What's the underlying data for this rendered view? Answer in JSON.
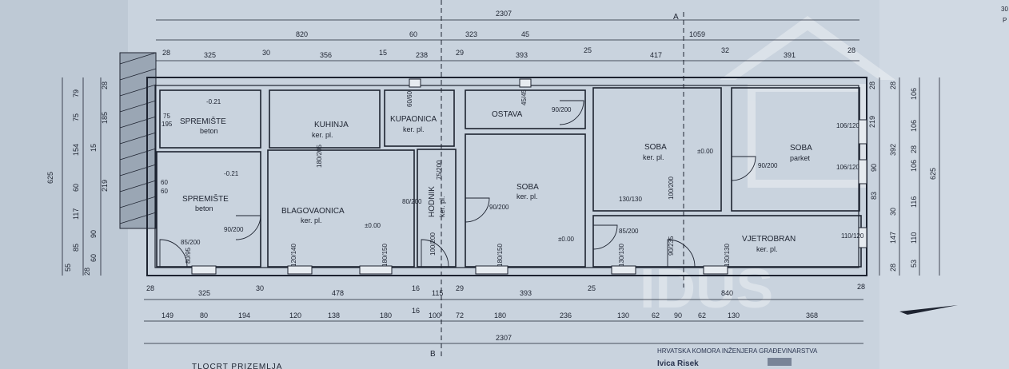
{
  "plan": {
    "title": "TLOCRT PRIZEMLJA",
    "section_top": "A",
    "section_bottom": "B",
    "rooms": [
      {
        "name": "SPREMIŠTE",
        "floor": "beton",
        "level": "-0.21",
        "dims": [
          "75",
          "195"
        ]
      },
      {
        "name": "SPREMIŠTE",
        "floor": "beton",
        "level": "-0.21",
        "dims": [
          "60",
          "60"
        ]
      },
      {
        "name": "KUHINJA",
        "floor": "ker. pl."
      },
      {
        "name": "BLAGOVAONICA",
        "floor": "ker. pl.",
        "level": "±0.00"
      },
      {
        "name": "KUPAONICA",
        "floor": "ker. pl."
      },
      {
        "name": "HODNIK",
        "floor": "ker. pl."
      },
      {
        "name": "OSTAVA"
      },
      {
        "name": "SOBA",
        "floor": "ker. pl.",
        "level": "±0.00"
      },
      {
        "name": "SOBA",
        "floor": "ker. pl.",
        "level": "±0.00"
      },
      {
        "name": "SOBA",
        "floor": "parket"
      },
      {
        "name": "VJETROBRAN",
        "floor": "ker. pl."
      }
    ],
    "dims_top": {
      "total": "2307",
      "row2": [
        "820",
        "60",
        "323",
        "45",
        "1059"
      ],
      "row3": [
        "28",
        "325",
        "30",
        "356",
        "15",
        "238",
        "29",
        "393",
        "25",
        "417",
        "32",
        "391",
        "28"
      ]
    },
    "dims_bottom": {
      "row1": [
        "28",
        "325",
        "30",
        "478",
        "16",
        "115",
        "29",
        "393",
        "25",
        "840",
        "28"
      ],
      "row2": [
        "149",
        "80",
        "194",
        "120",
        "138",
        "180",
        "16",
        "100",
        "72",
        "180",
        "236",
        "130",
        "62",
        "90",
        "62",
        "130",
        "368"
      ],
      "total": "2307"
    },
    "dims_left": [
      "625",
      "154",
      "117",
      "85",
      "79",
      "75",
      "15",
      "60",
      "90",
      "55",
      "28",
      "185",
      "219",
      "60",
      "28"
    ],
    "dims_right": [
      "28",
      "106",
      "106",
      "106",
      "219",
      "392",
      "90",
      "83",
      "116",
      "147",
      "110",
      "53",
      "28",
      "28",
      "30",
      "28",
      "625"
    ],
    "openings": [
      "90/200",
      "90/200",
      "80/200",
      "75/200",
      "100/200",
      "90/200",
      "85/200",
      "85/200",
      "90/200",
      "100/200",
      "90/235",
      "106/120",
      "106/120",
      "110/120",
      "180/205",
      "120/140",
      "180/150",
      "180/150",
      "130/130",
      "130/130",
      "130/130",
      "60/60",
      "45/45",
      "80/95"
    ],
    "stamp_line1": "HRVATSKA KOMORA INŽENJERA GRAĐEVINARSTVA",
    "stamp_line2": "Ivica Risek",
    "watermark": "IDUS",
    "corner_text": [
      "30",
      "P"
    ]
  },
  "colors": {
    "paper": "#c9d3de",
    "ink": "#1d2330",
    "watermark": "#ffffff"
  }
}
